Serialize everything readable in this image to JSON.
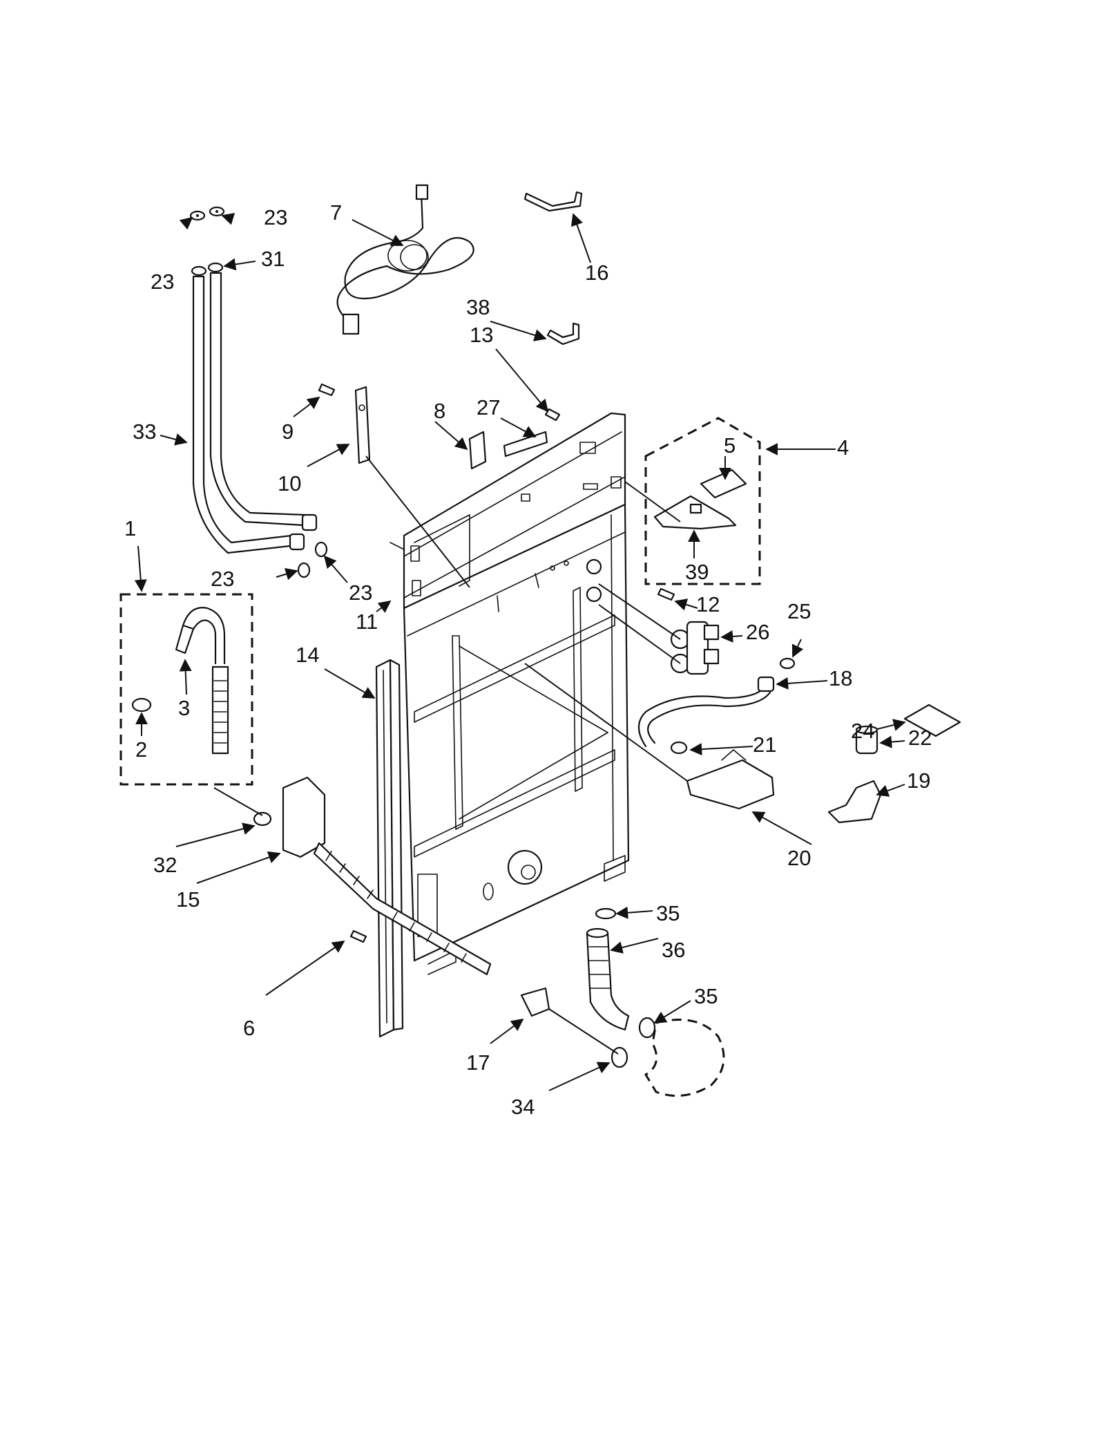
{
  "labels": {
    "p1": "1",
    "p2": "2",
    "p3": "3",
    "p4": "4",
    "p5": "5",
    "p6": "6",
    "p7": "7",
    "p8": "8",
    "p9": "9",
    "p10": "10",
    "p11": "11",
    "p12": "12",
    "p13": "13",
    "p14": "14",
    "p15": "15",
    "p16": "16",
    "p17": "17",
    "p18": "18",
    "p19": "19",
    "p20": "20",
    "p21": "21",
    "p22": "22",
    "p23": "23",
    "p24": "24",
    "p25": "25",
    "p26": "26",
    "p27": "27",
    "p31": "31",
    "p32": "32",
    "p33": "33",
    "p34": "34",
    "p35": "35",
    "p36": "36",
    "p38": "38",
    "p39": "39"
  }
}
